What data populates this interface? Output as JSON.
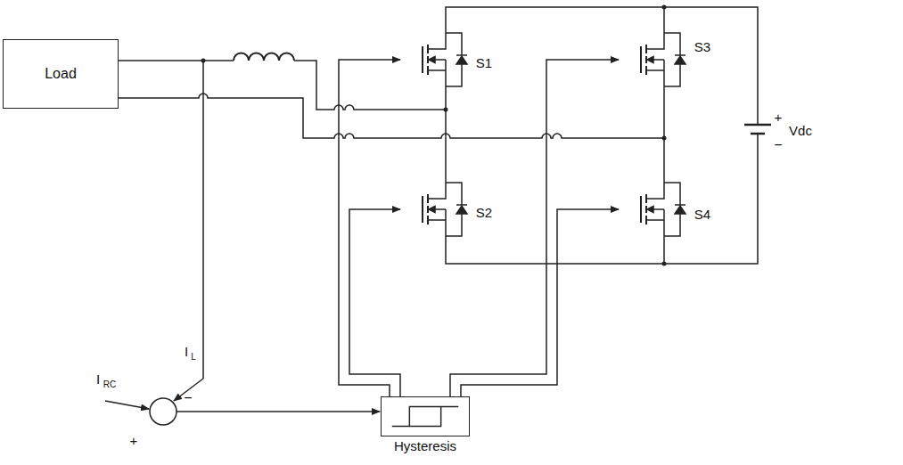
{
  "diagram": {
    "nodes": [
      {
        "text": [
          "Load"
        ]
      },
      {
        "text": [
          "Hysteresis"
        ]
      }
    ],
    "labels": [
      "S1",
      "S3",
      "S2",
      "S4",
      "+",
      "Vdc",
      "−",
      "I",
      "L",
      "−",
      "I",
      "RC",
      "+"
    ]
  }
}
